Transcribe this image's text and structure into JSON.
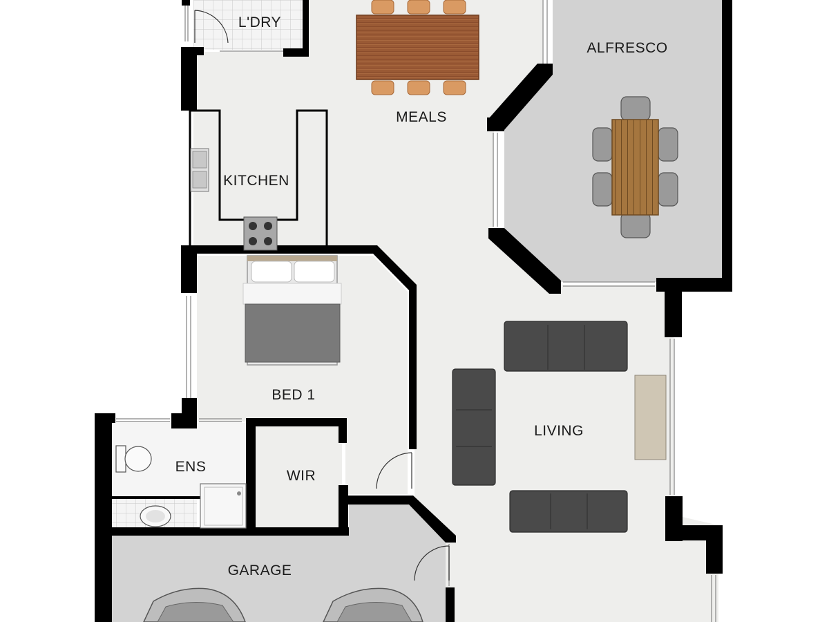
{
  "plan": {
    "rooms": {
      "laundry": "L'DRY",
      "meals": "MEALS",
      "alfresco": "ALFRESCO",
      "kitchen": "KITCHEN",
      "bed1": "BED 1",
      "living": "LIVING",
      "ensuite": "ENS",
      "wir": "WIR",
      "garage": "GARAGE"
    },
    "colors": {
      "floor": "#eeeeec",
      "concrete": "#d2d2d2",
      "wall": "#000000",
      "sofa": "#4a4a4a",
      "timber": "#9a5a35",
      "alfresco_table": "#a5763f",
      "chair_orange": "#d99a63",
      "bed_grey": "#7a7a7a"
    },
    "icons": [
      "sink-icon",
      "cooktop-icon",
      "toilet-icon",
      "basin-icon",
      "shower-icon",
      "car-icon"
    ]
  }
}
